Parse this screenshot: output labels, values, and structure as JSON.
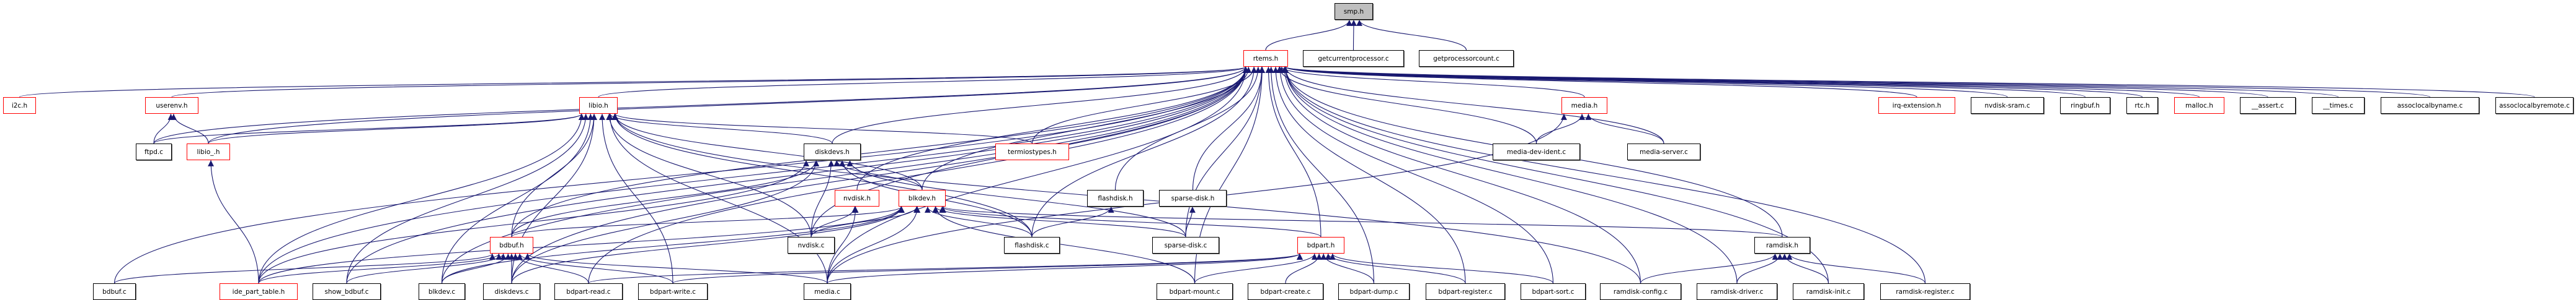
{
  "graph": {
    "title": "smp.h include dependency graph",
    "edge_color": "#191970",
    "nodes": [
      {
        "id": "smp",
        "label": "smp.h",
        "kind": "root"
      },
      {
        "id": "rtems",
        "label": "rtems.h",
        "kind": "red"
      },
      {
        "id": "getcurrentprocessor",
        "label": "getcurrentprocessor.c",
        "kind": "plain"
      },
      {
        "id": "getprocessorcount",
        "label": "getprocessorcount.c",
        "kind": "plain"
      },
      {
        "id": "i2c",
        "label": "i2c.h",
        "kind": "red"
      },
      {
        "id": "userenv",
        "label": "userenv.h",
        "kind": "red"
      },
      {
        "id": "libio",
        "label": "libio.h",
        "kind": "red"
      },
      {
        "id": "media_h",
        "label": "media.h",
        "kind": "red"
      },
      {
        "id": "irq_extension",
        "label": "irq-extension.h",
        "kind": "red"
      },
      {
        "id": "nvdisk_sram",
        "label": "nvdisk-sram.c",
        "kind": "plain"
      },
      {
        "id": "ringbuf",
        "label": "ringbuf.h",
        "kind": "plain"
      },
      {
        "id": "rtc",
        "label": "rtc.h",
        "kind": "plain"
      },
      {
        "id": "malloc",
        "label": "malloc.h",
        "kind": "red"
      },
      {
        "id": "assert_c",
        "label": "__assert.c",
        "kind": "plain"
      },
      {
        "id": "times_c",
        "label": "__times.c",
        "kind": "plain"
      },
      {
        "id": "assoclocalbyname",
        "label": "assoclocalbyname.c",
        "kind": "plain"
      },
      {
        "id": "assoclocalbyremote",
        "label": "assoclocalbyremote.c",
        "kind": "plain"
      },
      {
        "id": "ftpd",
        "label": "ftpd.c",
        "kind": "plain"
      },
      {
        "id": "libio_",
        "label": "libio_.h",
        "kind": "red"
      },
      {
        "id": "diskdevs_h",
        "label": "diskdevs.h",
        "kind": "plain"
      },
      {
        "id": "termiostypes",
        "label": "termiostypes.h",
        "kind": "red"
      },
      {
        "id": "media_dev_ident",
        "label": "media-dev-ident.c",
        "kind": "plain"
      },
      {
        "id": "media_server",
        "label": "media-server.c",
        "kind": "plain"
      },
      {
        "id": "nvdisk_h",
        "label": "nvdisk.h",
        "kind": "red"
      },
      {
        "id": "blkdev_h",
        "label": "blkdev.h",
        "kind": "red"
      },
      {
        "id": "flashdisk_h",
        "label": "flashdisk.h",
        "kind": "plain"
      },
      {
        "id": "sparse_disk_h",
        "label": "sparse-disk.h",
        "kind": "plain"
      },
      {
        "id": "bdbuf_h",
        "label": "bdbuf.h",
        "kind": "red"
      },
      {
        "id": "nvdisk_c",
        "label": "nvdisk.c",
        "kind": "plain"
      },
      {
        "id": "flashdisk_c",
        "label": "flashdisk.c",
        "kind": "plain"
      },
      {
        "id": "sparse_disk_c",
        "label": "sparse-disk.c",
        "kind": "plain"
      },
      {
        "id": "bdpart_h",
        "label": "bdpart.h",
        "kind": "red"
      },
      {
        "id": "ramdisk_h",
        "label": "ramdisk.h",
        "kind": "plain"
      },
      {
        "id": "bdbuf_c",
        "label": "bdbuf.c",
        "kind": "plain"
      },
      {
        "id": "ide_part_table",
        "label": "ide_part_table.h",
        "kind": "red"
      },
      {
        "id": "show_bdbuf",
        "label": "show_bdbuf.c",
        "kind": "plain"
      },
      {
        "id": "blkdev_c",
        "label": "blkdev.c",
        "kind": "plain"
      },
      {
        "id": "diskdevs_c",
        "label": "diskdevs.c",
        "kind": "plain"
      },
      {
        "id": "bdpart_read",
        "label": "bdpart-read.c",
        "kind": "plain"
      },
      {
        "id": "bdpart_write",
        "label": "bdpart-write.c",
        "kind": "plain"
      },
      {
        "id": "media_c",
        "label": "media.c",
        "kind": "plain"
      },
      {
        "id": "bdpart_mount",
        "label": "bdpart-mount.c",
        "kind": "plain"
      },
      {
        "id": "bdpart_create",
        "label": "bdpart-create.c",
        "kind": "plain"
      },
      {
        "id": "bdpart_dump",
        "label": "bdpart-dump.c",
        "kind": "plain"
      },
      {
        "id": "bdpart_register",
        "label": "bdpart-register.c",
        "kind": "plain"
      },
      {
        "id": "bdpart_sort",
        "label": "bdpart-sort.c",
        "kind": "plain"
      },
      {
        "id": "ramdisk_config",
        "label": "ramdisk-config.c",
        "kind": "plain"
      },
      {
        "id": "ramdisk_driver",
        "label": "ramdisk-driver.c",
        "kind": "plain"
      },
      {
        "id": "ramdisk_init",
        "label": "ramdisk-init.c",
        "kind": "plain"
      },
      {
        "id": "ramdisk_register",
        "label": "ramdisk-register.c",
        "kind": "plain"
      }
    ],
    "edges": [
      [
        "rtems",
        "smp"
      ],
      [
        "getcurrentprocessor",
        "smp"
      ],
      [
        "getprocessorcount",
        "smp"
      ],
      [
        "i2c",
        "rtems"
      ],
      [
        "userenv",
        "rtems"
      ],
      [
        "libio",
        "rtems"
      ],
      [
        "media_h",
        "rtems"
      ],
      [
        "irq_extension",
        "rtems"
      ],
      [
        "nvdisk_sram",
        "rtems"
      ],
      [
        "ringbuf",
        "rtems"
      ],
      [
        "rtc",
        "rtems"
      ],
      [
        "malloc",
        "rtems"
      ],
      [
        "assert_c",
        "rtems"
      ],
      [
        "times_c",
        "rtems"
      ],
      [
        "assoclocalbyname",
        "rtems"
      ],
      [
        "assoclocalbyremote",
        "rtems"
      ],
      [
        "ftpd",
        "rtems"
      ],
      [
        "libio_",
        "rtems"
      ],
      [
        "diskdevs_h",
        "rtems"
      ],
      [
        "termiostypes",
        "rtems"
      ],
      [
        "media_dev_ident",
        "rtems"
      ],
      [
        "media_server",
        "rtems"
      ],
      [
        "nvdisk_h",
        "rtems"
      ],
      [
        "blkdev_h",
        "rtems"
      ],
      [
        "flashdisk_h",
        "rtems"
      ],
      [
        "sparse_disk_h",
        "rtems"
      ],
      [
        "bdbuf_h",
        "rtems"
      ],
      [
        "nvdisk_c",
        "rtems"
      ],
      [
        "flashdisk_c",
        "rtems"
      ],
      [
        "sparse_disk_c",
        "rtems"
      ],
      [
        "bdpart_h",
        "rtems"
      ],
      [
        "ramdisk_h",
        "rtems"
      ],
      [
        "bdbuf_c",
        "rtems"
      ],
      [
        "ide_part_table",
        "rtems"
      ],
      [
        "show_bdbuf",
        "rtems"
      ],
      [
        "blkdev_c",
        "rtems"
      ],
      [
        "diskdevs_c",
        "rtems"
      ],
      [
        "bdpart_read",
        "rtems"
      ],
      [
        "media_c",
        "rtems"
      ],
      [
        "bdpart_mount",
        "rtems"
      ],
      [
        "bdpart_dump",
        "rtems"
      ],
      [
        "bdpart_register",
        "rtems"
      ],
      [
        "bdpart_sort",
        "rtems"
      ],
      [
        "ramdisk_config",
        "rtems"
      ],
      [
        "ramdisk_driver",
        "rtems"
      ],
      [
        "ramdisk_init",
        "rtems"
      ],
      [
        "ramdisk_register",
        "rtems"
      ],
      [
        "ftpd",
        "userenv"
      ],
      [
        "libio_",
        "userenv"
      ],
      [
        "ide_part_table",
        "libio_"
      ],
      [
        "ftpd",
        "libio"
      ],
      [
        "libio_",
        "libio"
      ],
      [
        "diskdevs_h",
        "libio"
      ],
      [
        "termiostypes",
        "libio"
      ],
      [
        "bdbuf_h",
        "libio"
      ],
      [
        "nvdisk_c",
        "libio"
      ],
      [
        "flashdisk_c",
        "libio"
      ],
      [
        "ide_part_table",
        "libio"
      ],
      [
        "show_bdbuf",
        "libio"
      ],
      [
        "blkdev_c",
        "libio"
      ],
      [
        "diskdevs_c",
        "libio"
      ],
      [
        "bdpart_write",
        "libio"
      ],
      [
        "media_c",
        "libio"
      ],
      [
        "ramdisk_config",
        "libio"
      ],
      [
        "blkdev_h",
        "libio"
      ],
      [
        "blkdev_h",
        "diskdevs_h"
      ],
      [
        "nvdisk_c",
        "diskdevs_h"
      ],
      [
        "flashdisk_c",
        "diskdevs_h"
      ],
      [
        "sparse_disk_c",
        "diskdevs_h"
      ],
      [
        "bdbuf_h",
        "diskdevs_h"
      ],
      [
        "ide_part_table",
        "diskdevs_h"
      ],
      [
        "diskdevs_c",
        "diskdevs_h"
      ],
      [
        "nvdisk_c",
        "nvdisk_h"
      ],
      [
        "media_c",
        "nvdisk_h"
      ],
      [
        "bdbuf_h",
        "blkdev_h"
      ],
      [
        "nvdisk_c",
        "blkdev_h"
      ],
      [
        "flashdisk_c",
        "blkdev_h"
      ],
      [
        "sparse_disk_c",
        "blkdev_h"
      ],
      [
        "bdpart_h",
        "blkdev_h"
      ],
      [
        "ramdisk_h",
        "blkdev_h"
      ],
      [
        "blkdev_c",
        "blkdev_h"
      ],
      [
        "diskdevs_c",
        "blkdev_h"
      ],
      [
        "media_c",
        "blkdev_h"
      ],
      [
        "ide_part_table",
        "blkdev_h"
      ],
      [
        "bdpart_mount",
        "blkdev_h"
      ],
      [
        "flashdisk_c",
        "flashdisk_h"
      ],
      [
        "sparse_disk_c",
        "sparse_disk_h"
      ],
      [
        "media_dev_ident",
        "media_h"
      ],
      [
        "media_server",
        "media_h"
      ],
      [
        "media_c",
        "media_h"
      ],
      [
        "bdbuf_c",
        "bdbuf_h"
      ],
      [
        "ide_part_table",
        "bdbuf_h"
      ],
      [
        "show_bdbuf",
        "bdbuf_h"
      ],
      [
        "blkdev_c",
        "bdbuf_h"
      ],
      [
        "diskdevs_c",
        "bdbuf_h"
      ],
      [
        "bdpart_read",
        "bdbuf_h"
      ],
      [
        "bdpart_write",
        "bdbuf_h"
      ],
      [
        "media_c",
        "bdbuf_h"
      ],
      [
        "bdpart_read",
        "bdpart_h"
      ],
      [
        "bdpart_write",
        "bdpart_h"
      ],
      [
        "media_c",
        "bdpart_h"
      ],
      [
        "bdpart_mount",
        "bdpart_h"
      ],
      [
        "bdpart_create",
        "bdpart_h"
      ],
      [
        "bdpart_dump",
        "bdpart_h"
      ],
      [
        "bdpart_register",
        "bdpart_h"
      ],
      [
        "bdpart_sort",
        "bdpart_h"
      ],
      [
        "ramdisk_config",
        "ramdisk_h"
      ],
      [
        "ramdisk_driver",
        "ramdisk_h"
      ],
      [
        "ramdisk_init",
        "ramdisk_h"
      ],
      [
        "ramdisk_register",
        "ramdisk_h"
      ]
    ]
  }
}
